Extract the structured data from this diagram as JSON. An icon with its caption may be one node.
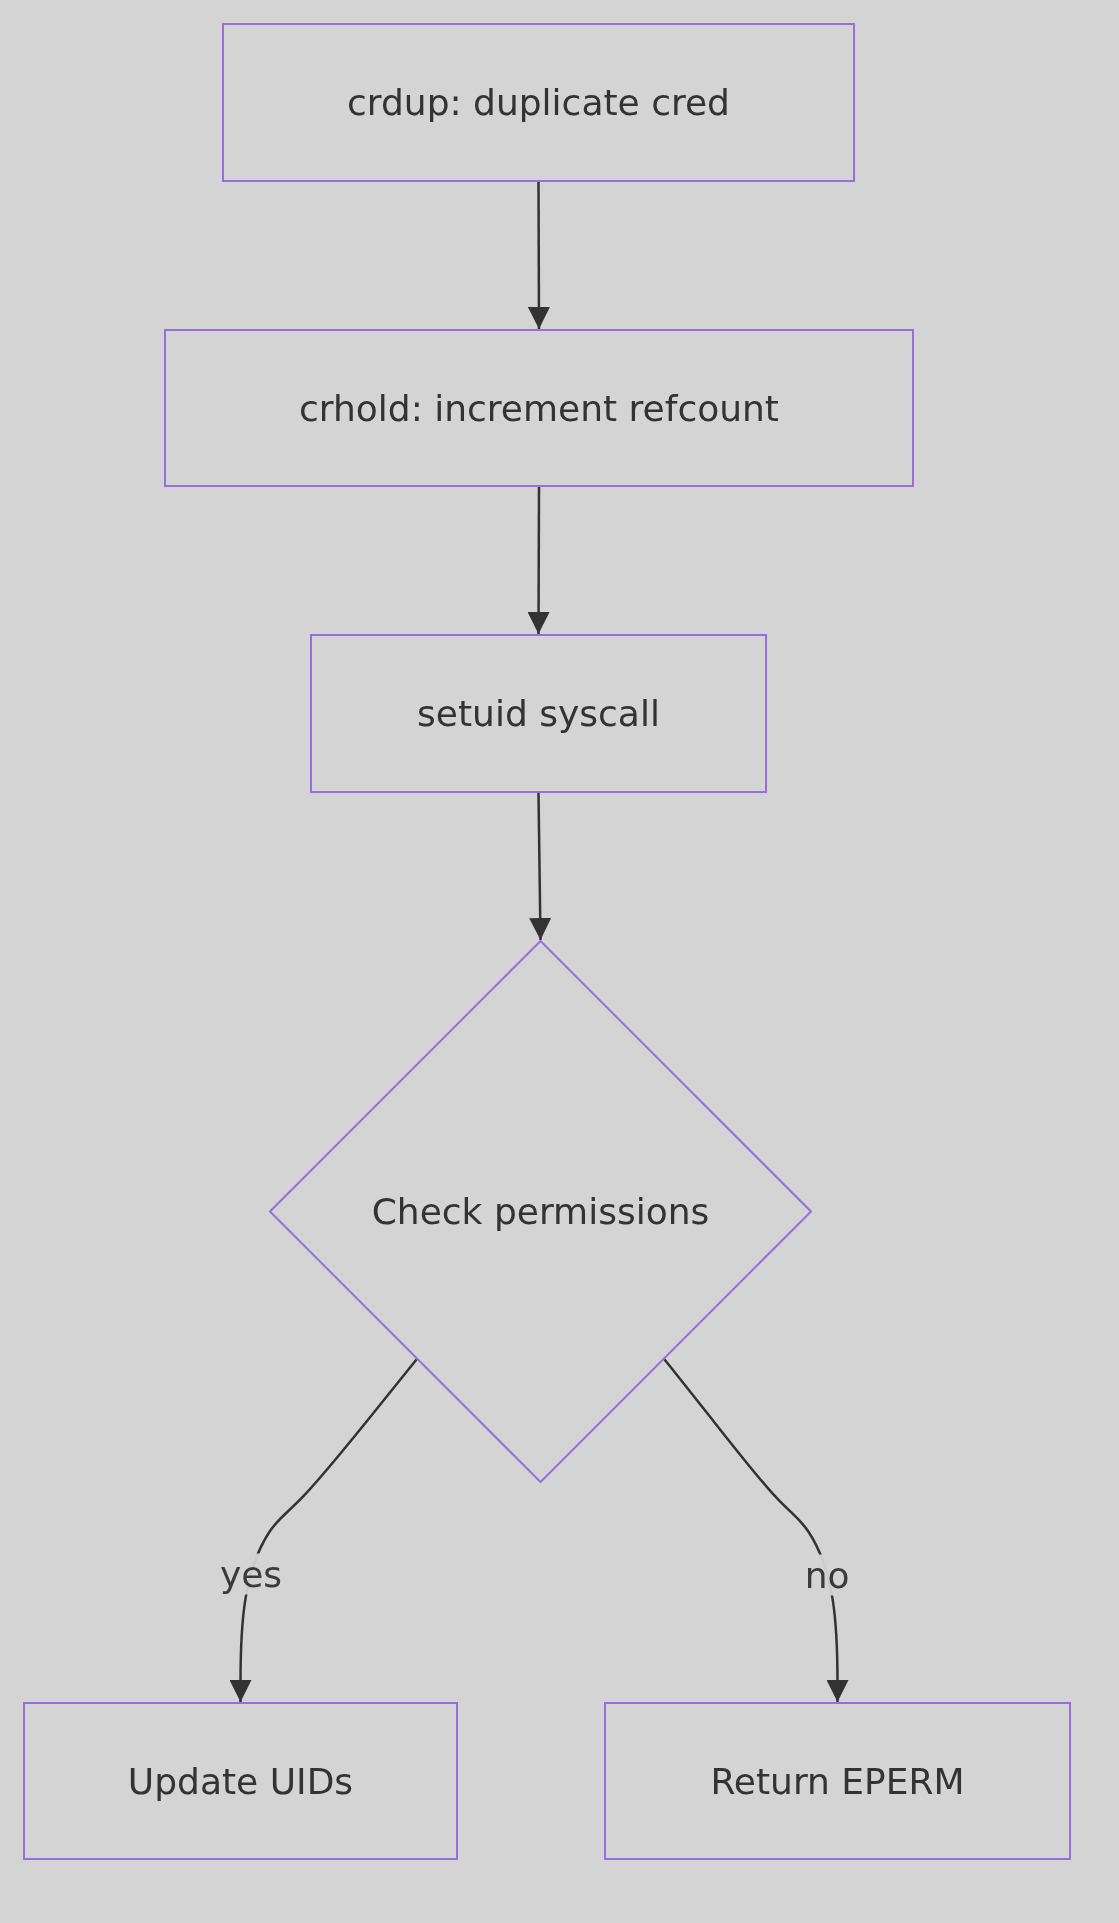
{
  "diagram": {
    "nodes": [
      {
        "text": [
          "crdup: duplicate cred"
        ]
      },
      {
        "text": [
          "crhold: increment refcount"
        ]
      },
      {
        "text": [
          "setuid syscall"
        ]
      },
      {
        "text": [
          "Check permissions"
        ]
      },
      {
        "text": [
          "Update UIDs"
        ]
      },
      {
        "text": [
          "Return EPERM"
        ]
      }
    ],
    "edges": [
      {
        "from": 0,
        "to": 1,
        "arrow": "to"
      },
      {
        "from": 1,
        "to": 2,
        "arrow": "to"
      },
      {
        "from": 2,
        "to": 3,
        "arrow": "to"
      },
      {
        "from": 3,
        "to": 4,
        "arrow": "to",
        "label": "yes"
      },
      {
        "from": 3,
        "to": 5,
        "arrow": "to",
        "label": "no"
      }
    ]
  }
}
